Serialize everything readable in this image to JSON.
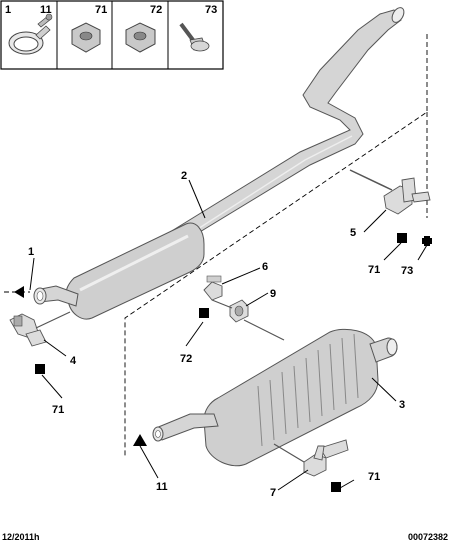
{
  "parts_box": [
    {
      "ref": "1",
      "icon": "pipe-clamp-icon"
    },
    {
      "ref": "11",
      "icon": "clamp-bolt-icon"
    },
    {
      "ref": "71",
      "icon": "nut-icon"
    },
    {
      "ref": "72",
      "icon": "nut-icon"
    },
    {
      "ref": "73",
      "icon": "screw-icon"
    }
  ],
  "callouts": {
    "c1": "1",
    "c2": "2",
    "c3": "3",
    "c4": "4",
    "c5": "5",
    "c6": "6",
    "c7": "7",
    "c9": "9",
    "c11": "11",
    "c71a": "71",
    "c71b": "71",
    "c71c": "71",
    "c72": "72",
    "c73": "73"
  },
  "footer": {
    "date": "12/2011h",
    "reference": "00072382"
  }
}
